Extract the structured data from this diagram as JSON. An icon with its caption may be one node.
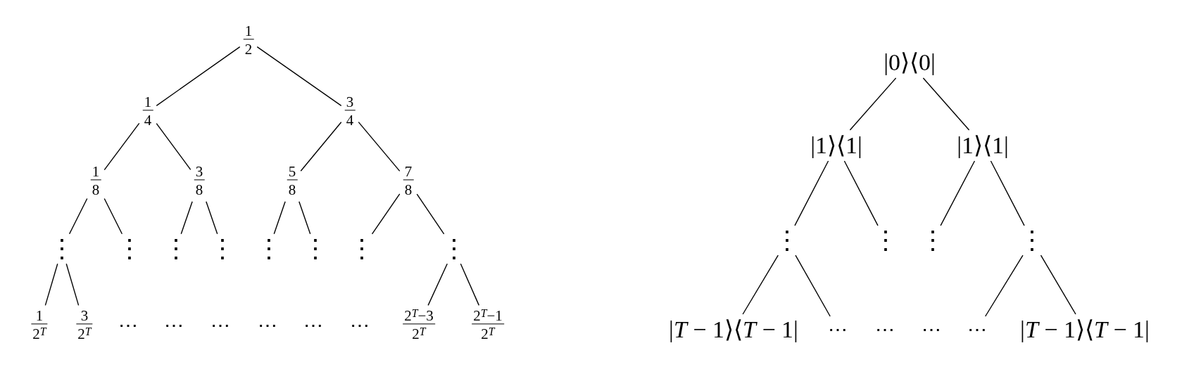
{
  "diagram": {
    "nodes": [
      {
        "text": [
          "1",
          "2"
        ]
      },
      {
        "text": [
          "1",
          "4"
        ]
      },
      {
        "text": [
          "3",
          "4"
        ]
      },
      {
        "text": [
          "1",
          "8"
        ]
      },
      {
        "text": [
          "3",
          "8"
        ]
      },
      {
        "text": [
          "5",
          "8"
        ]
      },
      {
        "text": [
          "7",
          "8"
        ]
      },
      {
        "text": [
          "⋮"
        ]
      },
      {
        "text": [
          "⋮"
        ]
      },
      {
        "text": [
          "⋮"
        ]
      },
      {
        "text": [
          "⋮"
        ]
      },
      {
        "text": [
          "⋮"
        ]
      },
      {
        "text": [
          "⋮"
        ]
      },
      {
        "text": [
          "⋮"
        ]
      },
      {
        "text": [
          "⋮"
        ]
      },
      {
        "text": [
          "1",
          "2$^{T}$"
        ]
      },
      {
        "text": [
          "3",
          "2$^{T}$"
        ]
      },
      {
        "text": [
          "2$^{T}$−3",
          "2$^{T}$"
        ]
      },
      {
        "text": [
          "2$^{T}$−1",
          "2$^{T}$"
        ]
      },
      {
        "text": [
          "|0⟩⟨0|"
        ]
      },
      {
        "text": [
          "|1⟩⟨1|"
        ]
      },
      {
        "text": [
          "|1⟩⟨1|"
        ]
      },
      {
        "text": [
          "⋮"
        ]
      },
      {
        "text": [
          "⋮"
        ]
      },
      {
        "text": [
          "⋮"
        ]
      },
      {
        "text": [
          "⋮"
        ]
      },
      {
        "text": [
          "|*T* − 1⟩⟨*T* − 1|"
        ]
      },
      {
        "text": [
          "⋯"
        ]
      },
      {
        "text": [
          "⋯"
        ]
      },
      {
        "text": [
          "|*T* − 1⟩⟨*T* − 1|"
        ]
      }
    ],
    "edges": [
      {
        "from": 0,
        "to": 1,
        "arrow": "none"
      },
      {
        "from": 0,
        "to": 2,
        "arrow": "none"
      },
      {
        "from": 1,
        "to": 3,
        "arrow": "none"
      },
      {
        "from": 1,
        "to": 4,
        "arrow": "none"
      },
      {
        "from": 2,
        "to": 5,
        "arrow": "none"
      },
      {
        "from": 2,
        "to": 6,
        "arrow": "none"
      },
      {
        "from": 3,
        "to": 7,
        "arrow": "none"
      },
      {
        "from": 3,
        "to": 8,
        "arrow": "none"
      },
      {
        "from": 4,
        "to": 9,
        "arrow": "none"
      },
      {
        "from": 4,
        "to": 10,
        "arrow": "none"
      },
      {
        "from": 5,
        "to": 11,
        "arrow": "none"
      },
      {
        "from": 5,
        "to": 12,
        "arrow": "none"
      },
      {
        "from": 6,
        "to": 13,
        "arrow": "none"
      },
      {
        "from": 6,
        "to": 14,
        "arrow": "none"
      },
      {
        "from": 7,
        "to": 15,
        "arrow": "none"
      },
      {
        "from": 7,
        "to": 16,
        "arrow": "none"
      },
      {
        "from": 14,
        "to": 17,
        "arrow": "none"
      },
      {
        "from": 14,
        "to": 18,
        "arrow": "none"
      },
      {
        "from": 19,
        "to": 20,
        "arrow": "none"
      },
      {
        "from": 19,
        "to": 21,
        "arrow": "none"
      },
      {
        "from": 20,
        "to": 22,
        "arrow": "none"
      },
      {
        "from": 20,
        "to": 23,
        "arrow": "none"
      },
      {
        "from": 21,
        "to": 24,
        "arrow": "none"
      },
      {
        "from": 21,
        "to": 25,
        "arrow": "none"
      },
      {
        "from": 22,
        "to": 26,
        "arrow": "none"
      },
      {
        "from": 22,
        "to": 27,
        "arrow": "none"
      },
      {
        "from": 25,
        "to": 28,
        "arrow": "none"
      },
      {
        "from": 25,
        "to": 29,
        "arrow": "none"
      }
    ],
    "labels": [
      "⋯",
      "⋯",
      "⋯",
      "⋯",
      "⋯",
      "⋯",
      "⋯",
      "⋯"
    ]
  }
}
